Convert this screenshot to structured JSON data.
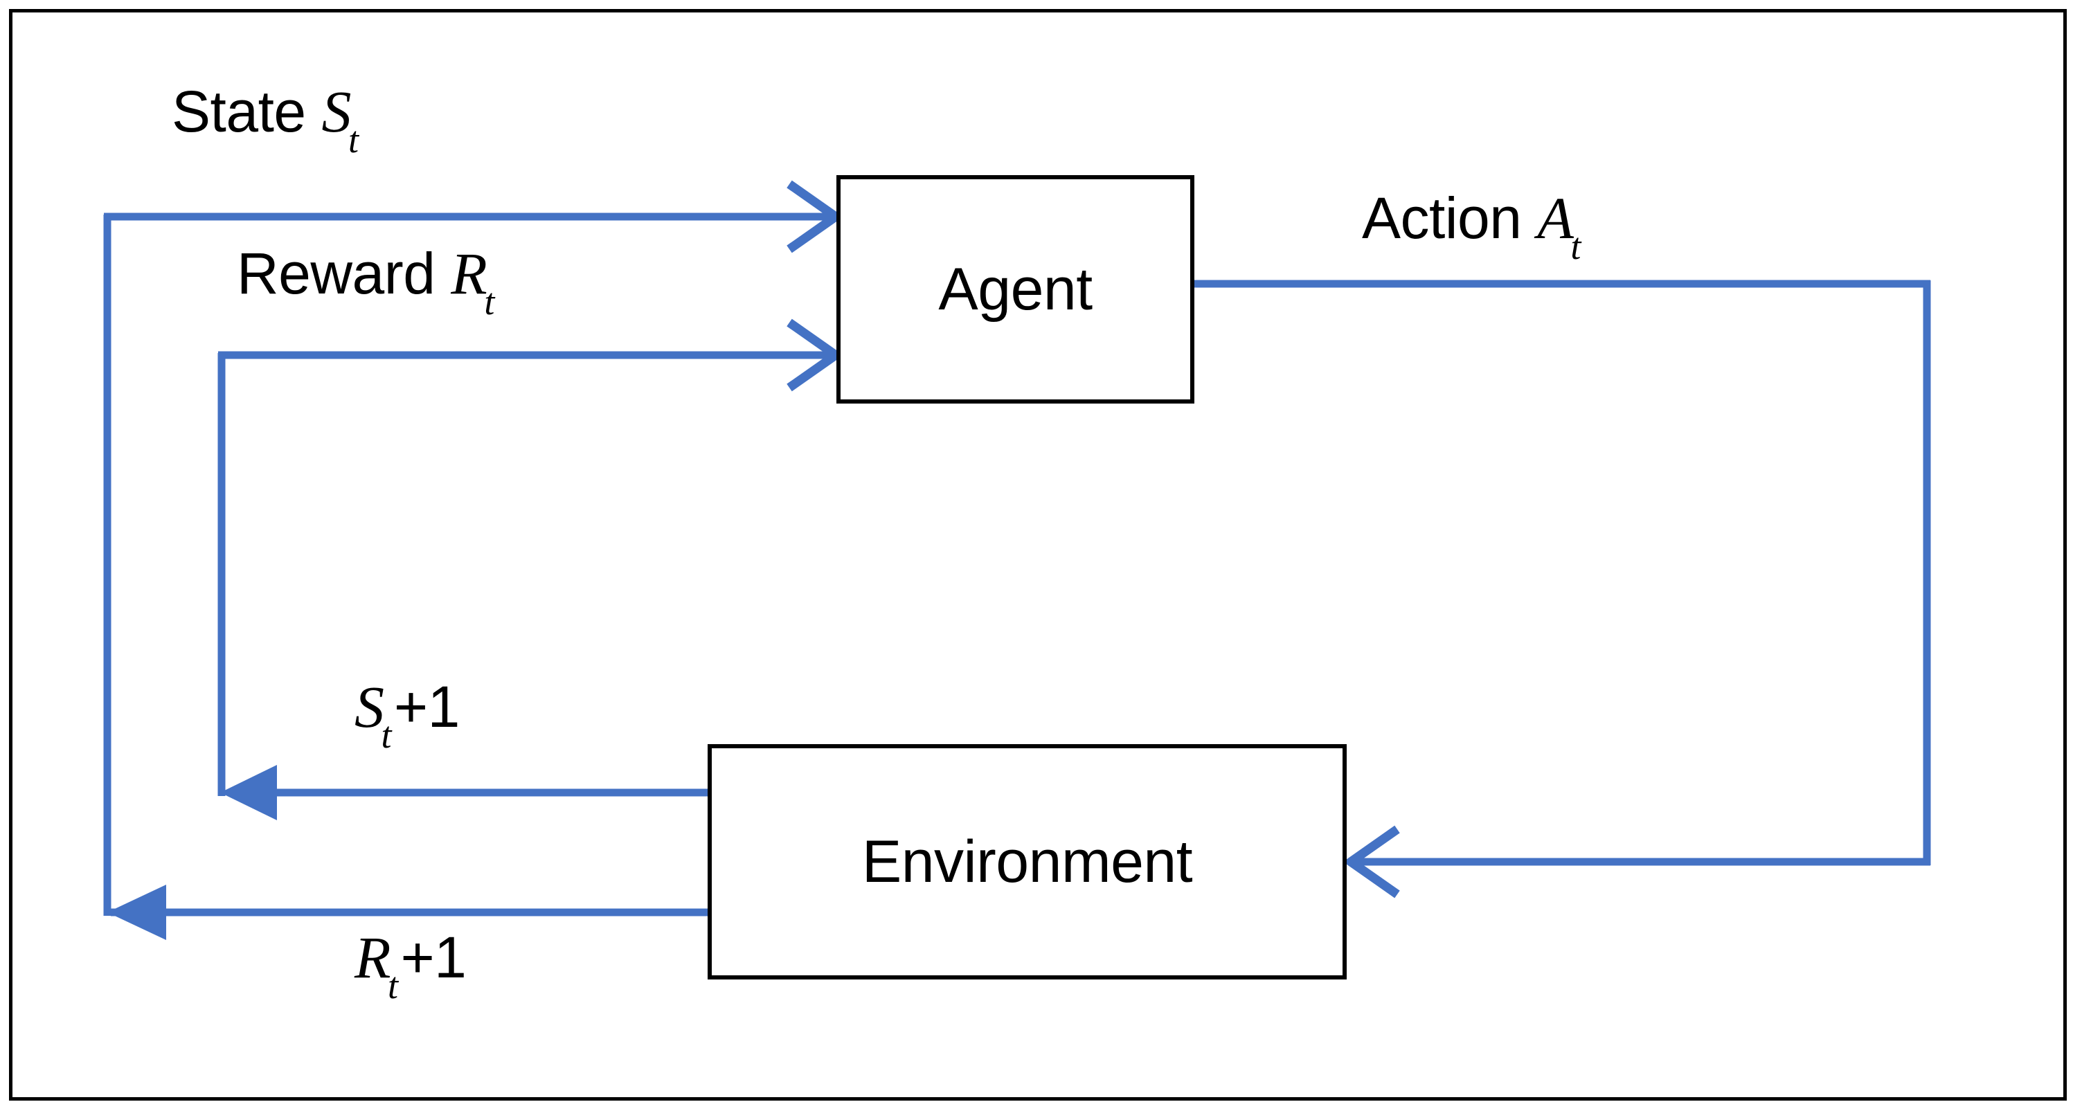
{
  "diagram": {
    "title": "Reinforcement Learning Agent-Environment Interaction Loop",
    "colors": {
      "arrow_blue": "#4472C4",
      "box_border": "#000000",
      "box_fill": "#ffffff",
      "frame_border": "#000000",
      "text": "#000000",
      "background": "#ffffff"
    },
    "nodes": [
      {
        "id": "agent",
        "label": "Agent"
      },
      {
        "id": "environment",
        "label": "Environment"
      }
    ],
    "edges": [
      {
        "id": "state",
        "label_text": "State",
        "symbol": "S",
        "subscript": "t",
        "suffix": "",
        "from": "environment",
        "to": "agent",
        "arrowhead": "open-chevron",
        "direction": "right"
      },
      {
        "id": "reward",
        "label_text": "Reward",
        "symbol": "R",
        "subscript": "t",
        "suffix": "",
        "from": "environment",
        "to": "agent",
        "arrowhead": "open-chevron",
        "direction": "right"
      },
      {
        "id": "action",
        "label_text": "Action",
        "symbol": "A",
        "subscript": "t",
        "suffix": "",
        "from": "agent",
        "to": "environment",
        "arrowhead": "open-chevron",
        "direction": "left"
      },
      {
        "id": "state-next",
        "label_text": "",
        "symbol": "S",
        "subscript": "t",
        "suffix": "+1",
        "from": "environment",
        "to": "reward-return-path",
        "arrowhead": "solid-triangle",
        "direction": "left"
      },
      {
        "id": "reward-next",
        "label_text": "",
        "symbol": "R",
        "subscript": "t",
        "suffix": "+1",
        "from": "environment",
        "to": "state-return-path",
        "arrowhead": "solid-triangle",
        "direction": "left"
      }
    ]
  },
  "labels": {
    "agent": "Agent",
    "environment": "Environment",
    "state_word": "State",
    "state_symbol": "S",
    "state_subscript": "t",
    "reward_word": "Reward",
    "reward_symbol": "R",
    "reward_subscript": "t",
    "action_word": "Action",
    "action_symbol": "A",
    "action_subscript": "t",
    "state_next_symbol": "S",
    "state_next_subscript": "t",
    "state_next_suffix": "+1",
    "reward_next_symbol": "R",
    "reward_next_subscript": "t",
    "reward_next_suffix": "+1"
  }
}
